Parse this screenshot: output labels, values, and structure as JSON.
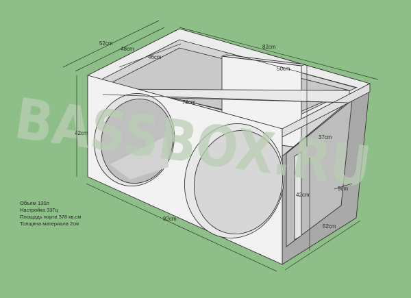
{
  "watermark": "BASSBOX.RU",
  "dimensions": {
    "top_depth_outer": "52cm",
    "top_depth_inner": "48cm",
    "inner_depth": "46cm",
    "top_width": "82cm",
    "port_width": "50cm",
    "inner_width": "78cm",
    "front_height": "42cm",
    "port_height": "37cm",
    "side_height": "42cm",
    "port_gap": "9cm",
    "front_width": "82cm",
    "side_depth": "52cm"
  },
  "specs": [
    "Объем 130л",
    "Настройка 33Гц",
    "Площадь порта 378 кв.см",
    "Толщина материала 2см"
  ],
  "colors": {
    "background": "#8fbf88",
    "panel_light": "#f4f4f4",
    "panel_mid": "#dcdcdc",
    "panel_dark": "#a7a7a7",
    "watermark": "#b9cdb4"
  }
}
